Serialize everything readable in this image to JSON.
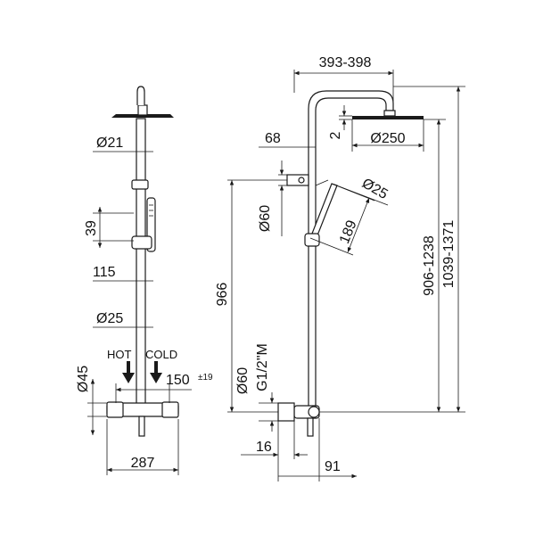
{
  "front_view": {
    "dim_pipe_diameter_top": "Ø21",
    "dim_holder_height": "39",
    "dim_holder_offset": "115",
    "dim_pipe_diameter": "Ø25",
    "label_hot": "HOT",
    "label_cold": "COLD",
    "dim_inlet_spacing": "150",
    "dim_inlet_tolerance": "±19",
    "dim_valve_height": "Ø45",
    "dim_valve_width": "287"
  },
  "side_view": {
    "dim_arm_length": "393-398",
    "dim_wall_offset": "68",
    "dim_head_thickness": "2",
    "dim_head_diameter": "Ø250",
    "dim_bracket_diameter": "Ø60",
    "dim_handshower_diameter": "Ø25",
    "dim_handshower_length": "189",
    "dim_bracket_height": "966",
    "dim_inlet_flange_diameter": "Ø60",
    "dim_inlet_thread": "G1/2\"M",
    "dim_overall_height_a": "906-1238",
    "dim_overall_height_b": "1039-1371",
    "dim_inlet_offset": "16",
    "dim_valve_projection": "91"
  },
  "colors": {
    "line": "#1a1a1a",
    "background": "#ffffff"
  }
}
